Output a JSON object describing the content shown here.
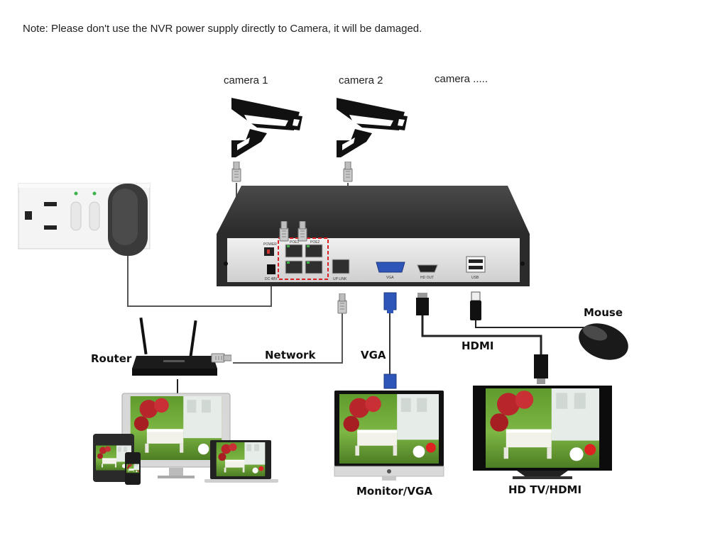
{
  "note": "Note: Please don't use the NVR power supply directly to Camera, it will be damaged.",
  "labels": {
    "camera1": "camera 1",
    "camera2": "camera 2",
    "camera_more": "camera .....",
    "mouse": "Mouse",
    "router": "Router",
    "network": "Network",
    "vga": "VGA",
    "hdmi": "HDMI",
    "monitor": "Monitor/VGA",
    "hdtv": "HD TV/HDMI"
  },
  "nvr_panel": {
    "power": "POWER",
    "poe1": "POE1",
    "poe2": "POE2",
    "uplink": "UP LINK",
    "vga": "VGA",
    "hdout": "HD OUT",
    "usb": "USB",
    "dc": "DC 48V"
  },
  "colors": {
    "cable": "#555555",
    "nvr_top": "#3a3a3a",
    "panel": "#e6e6e6",
    "highlight": "#e02020",
    "vga_blue": "#2e56b8",
    "screen_green": "#6fa83a"
  }
}
